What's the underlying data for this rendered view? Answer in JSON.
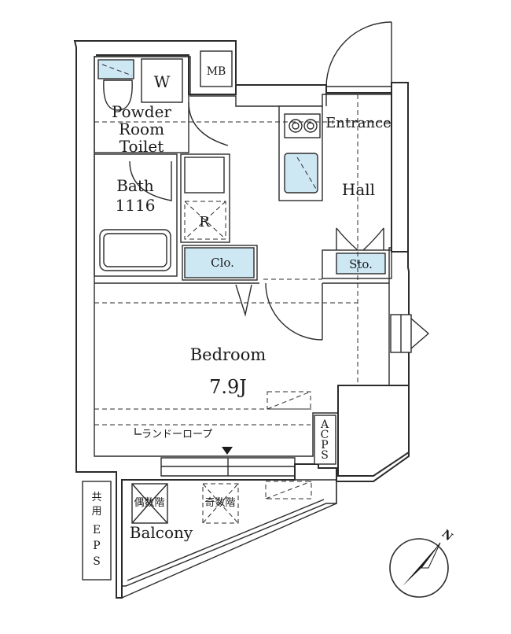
{
  "rooms": {
    "powder_room": [
      "Powder",
      "Room",
      "Toilet"
    ],
    "washer": "W",
    "meter_box": "MB",
    "entrance": "Entrance",
    "hall": "Hall",
    "bath": [
      "Bath",
      "1116"
    ],
    "refrigerator": "R",
    "closet": "Clo.",
    "storage": "Sto.",
    "bedroom": "Bedroom",
    "bedroom_size": "7.9J",
    "laundry_rope": "ランドーロープ",
    "acps": [
      "A",
      "C",
      "P",
      "S"
    ],
    "shared_eps": [
      "共",
      "用",
      "E",
      "P",
      "S"
    ],
    "even_floor": "偶数階",
    "odd_floor": "奇数階",
    "balcony": "Balcony"
  },
  "compass": {
    "north": "N"
  },
  "colors": {
    "fixture_blue": "#cde7f3",
    "line": "#2b2b2b"
  }
}
